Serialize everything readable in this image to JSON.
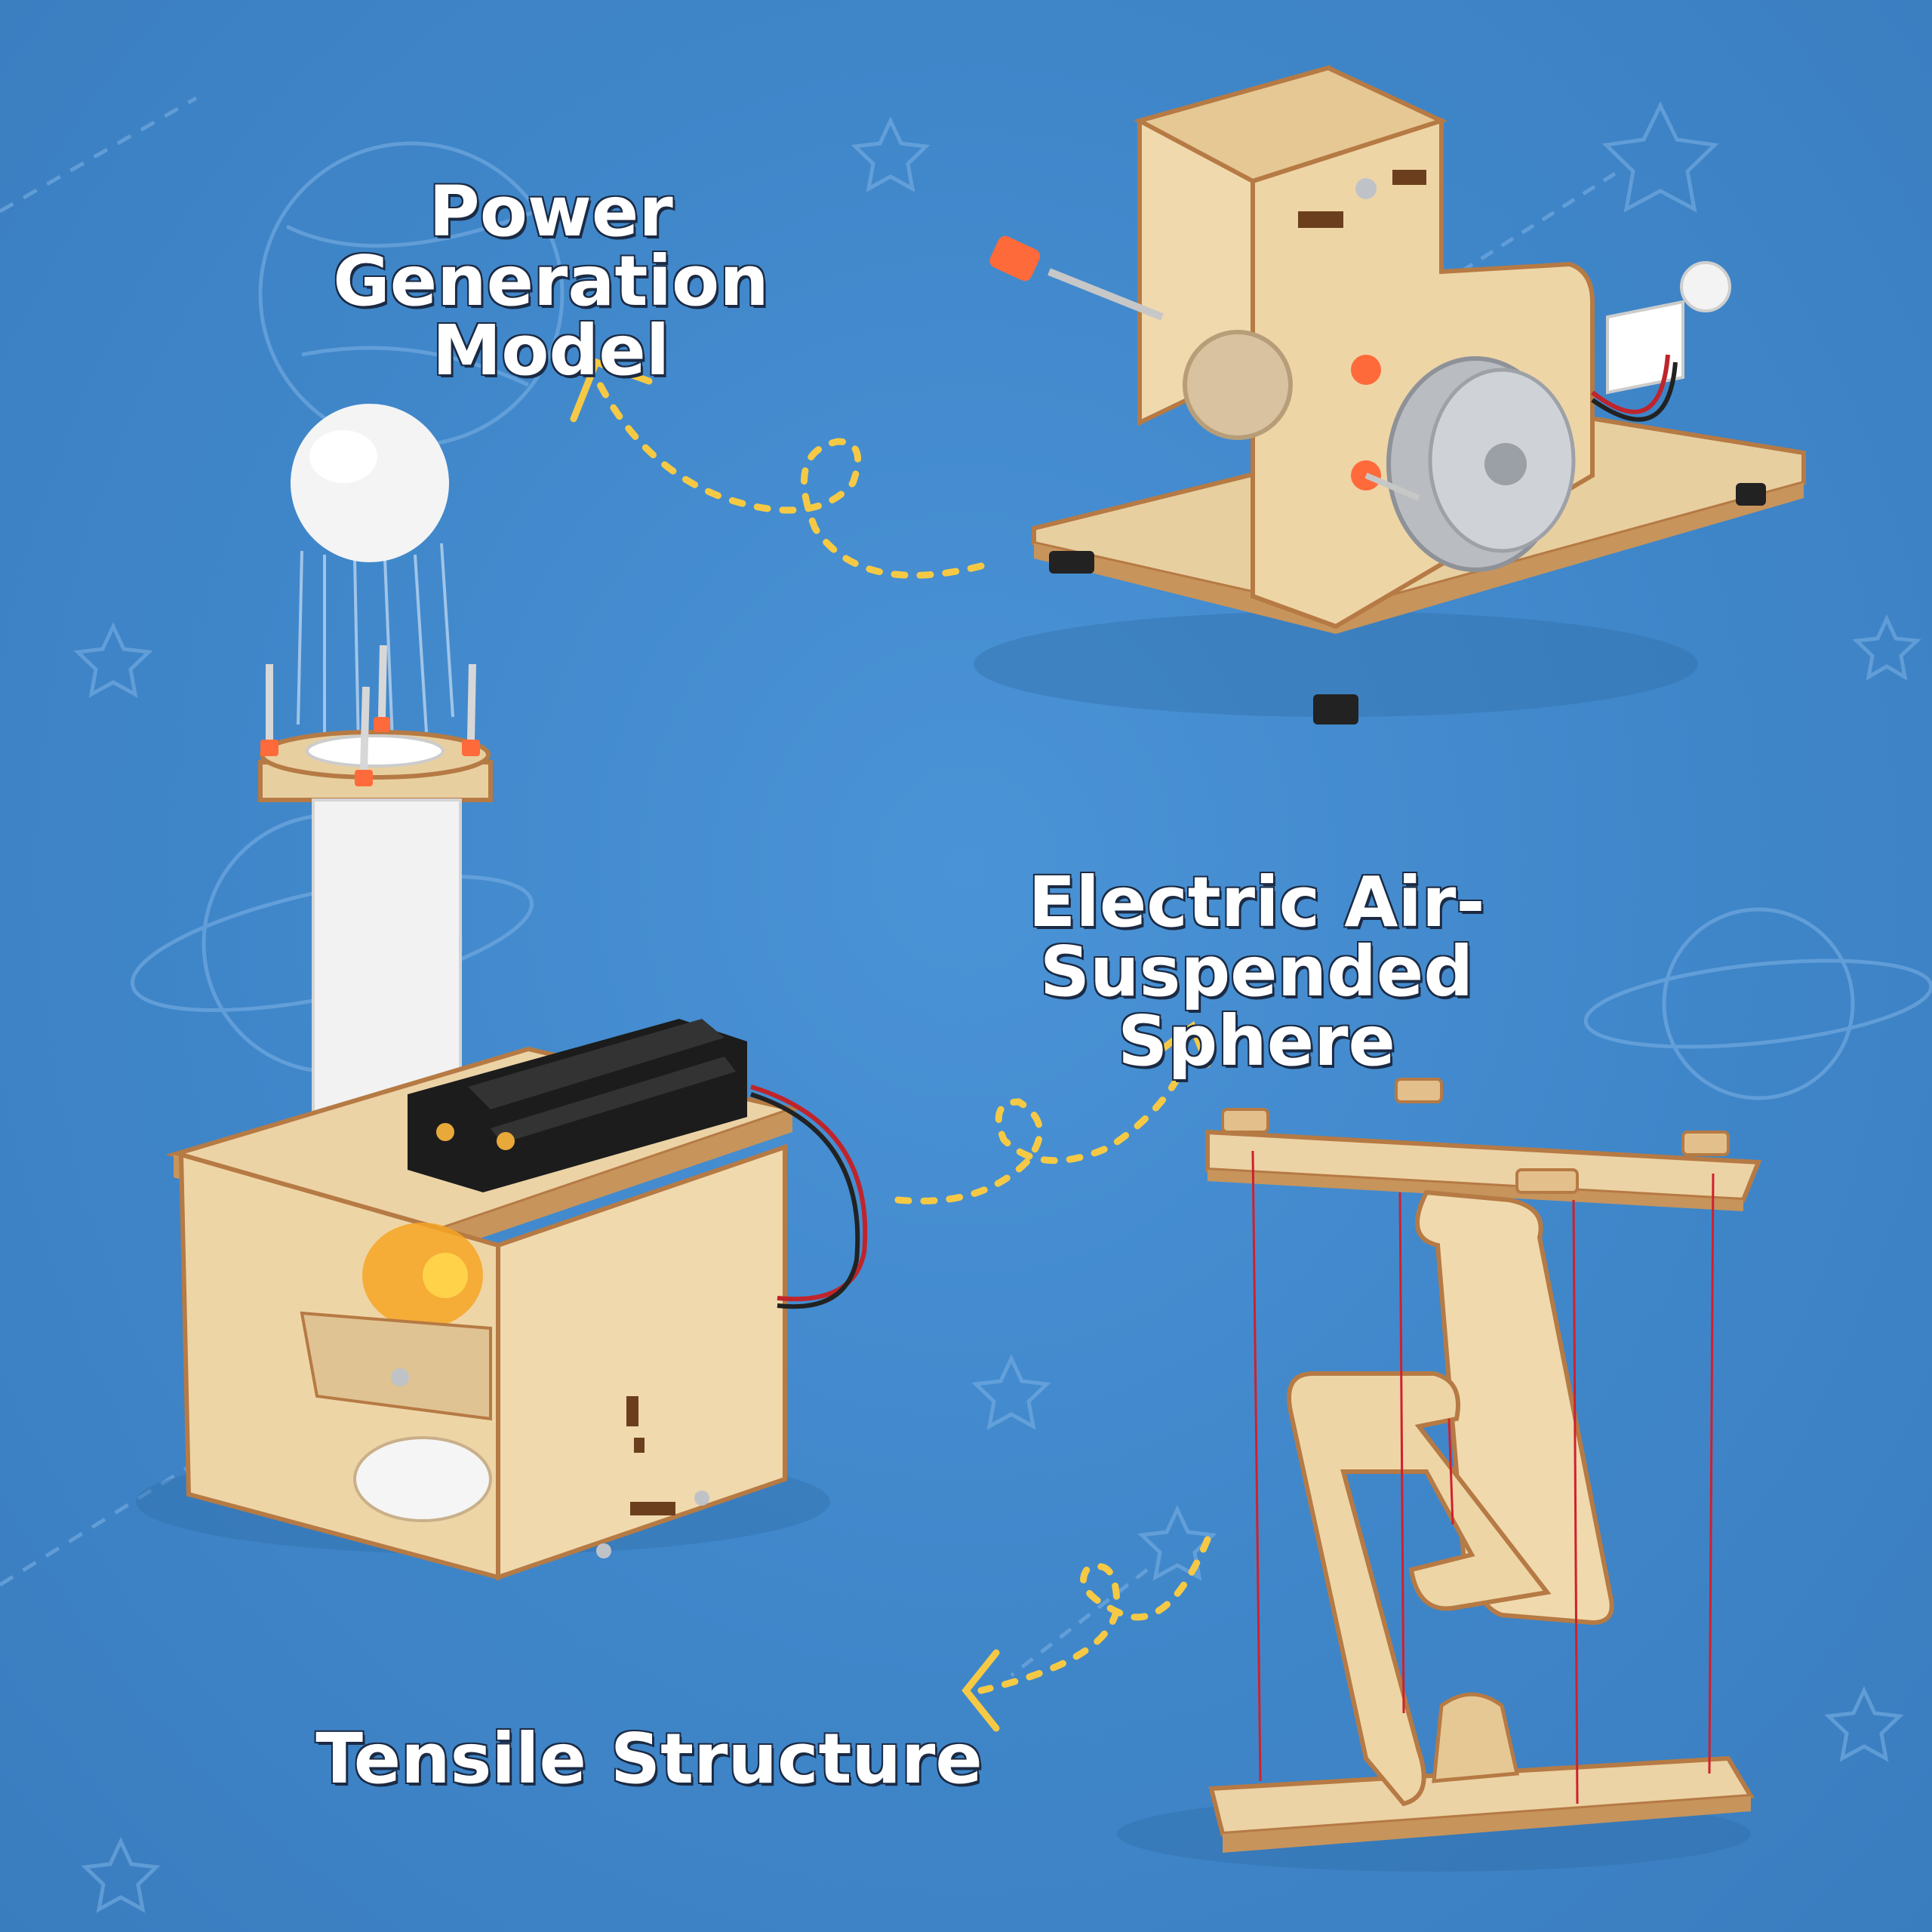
{
  "captions": {
    "power": {
      "line1": "Power Generation",
      "line2": "Model"
    },
    "sphere": {
      "line1": "Electric Air-Suspended",
      "line2": "Sphere"
    },
    "tensile": {
      "line1": "Tensile Structure"
    }
  },
  "colors": {
    "background": "#3f86c9",
    "connector_dots": "#f6c945",
    "plywood": "#ecd3a6",
    "plywood_edge": "#b67a44",
    "accent_orange": "#ff6a3a",
    "string_red": "#d0202e"
  },
  "icons": [
    "planet-icon",
    "star-icon",
    "shooting-star-icon"
  ]
}
